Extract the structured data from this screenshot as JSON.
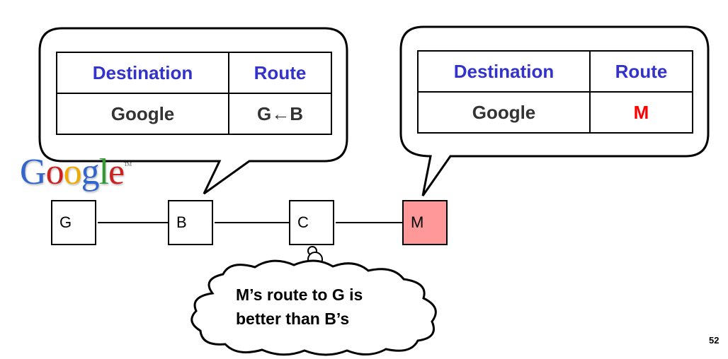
{
  "logo": {
    "letters": [
      {
        "ch": "G",
        "color": "#3366cc"
      },
      {
        "ch": "o",
        "color": "#cc2222"
      },
      {
        "ch": "o",
        "color": "#eeaa00"
      },
      {
        "ch": "g",
        "color": "#3366cc"
      },
      {
        "ch": "l",
        "color": "#339933"
      },
      {
        "ch": "e",
        "color": "#cc2222"
      }
    ],
    "trademark": "TM"
  },
  "table_b": {
    "header_destination": "Destination",
    "header_route": "Route",
    "destination": "Google",
    "route": "G←B"
  },
  "table_m": {
    "header_destination": "Destination",
    "header_route": "Route",
    "destination": "Google",
    "route": "M",
    "route_color": "#ff0000"
  },
  "nodes": {
    "g": "G",
    "b": "B",
    "c": "C",
    "m": "M",
    "m_fill": "#ff9999"
  },
  "thought": {
    "line1": "M’s route to G is",
    "line2": "better than B’s"
  },
  "page_number": "52"
}
